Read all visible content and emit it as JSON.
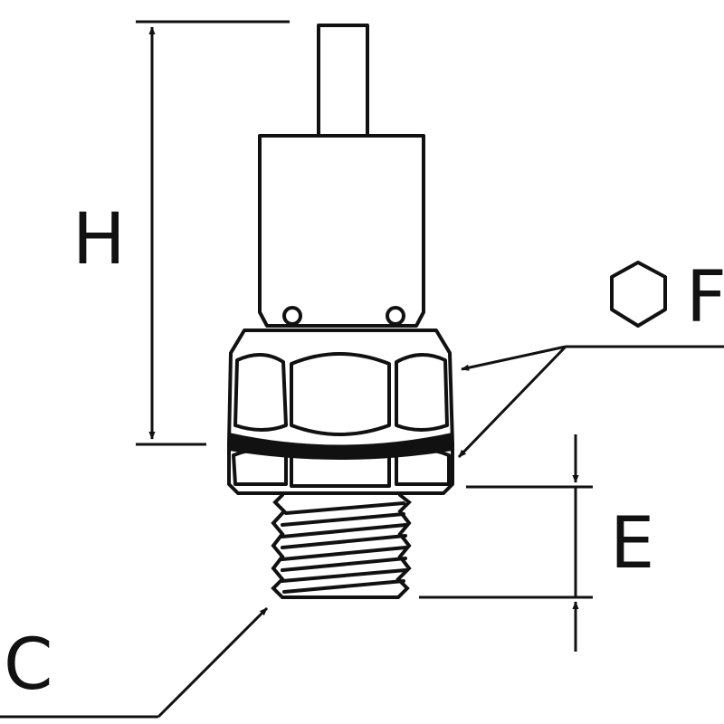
{
  "labels": {
    "h": "H",
    "f": "F",
    "e": "E",
    "c": "C"
  },
  "icons": {
    "f_symbol": "hexagon-icon"
  },
  "colors": {
    "line": "#111111",
    "background": "#ffffff"
  }
}
